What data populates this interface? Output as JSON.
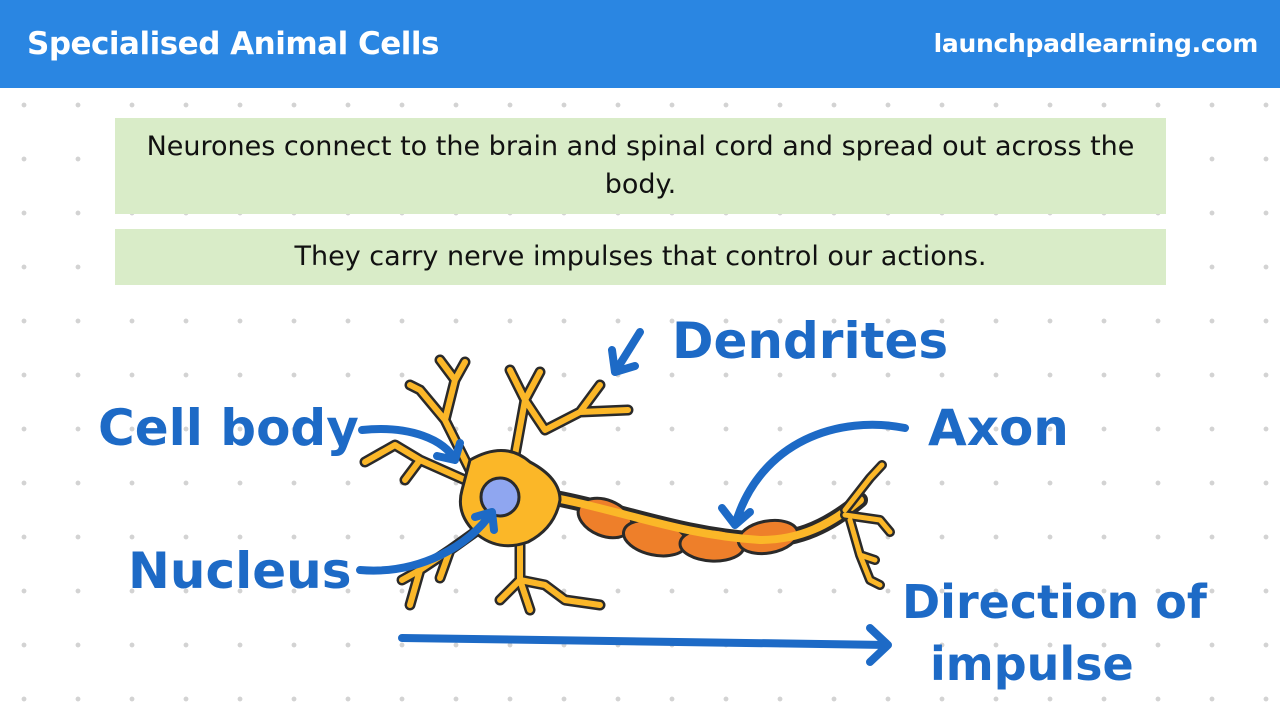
{
  "header": {
    "title": "Specialised Animal Cells",
    "site": "launchpadlearning.com"
  },
  "info": {
    "line1": "Neurones connect to the brain and spinal cord and spread out across the body.",
    "line2": "They carry nerve impulses that control our actions."
  },
  "labels": {
    "dendrites": "Dendrites",
    "cell_body": "Cell body",
    "axon": "Axon",
    "nucleus": "Nucleus",
    "direction_line1": "Direction of",
    "direction_line2": "impulse"
  },
  "colors": {
    "header": "#2a86e2",
    "info_box": "#d9ecc8",
    "label_blue": "#1d6ac6",
    "cell_yellow": "#fbb728",
    "myelin_orange": "#ee7f2a",
    "nucleus_blue": "#8fa6f0"
  }
}
